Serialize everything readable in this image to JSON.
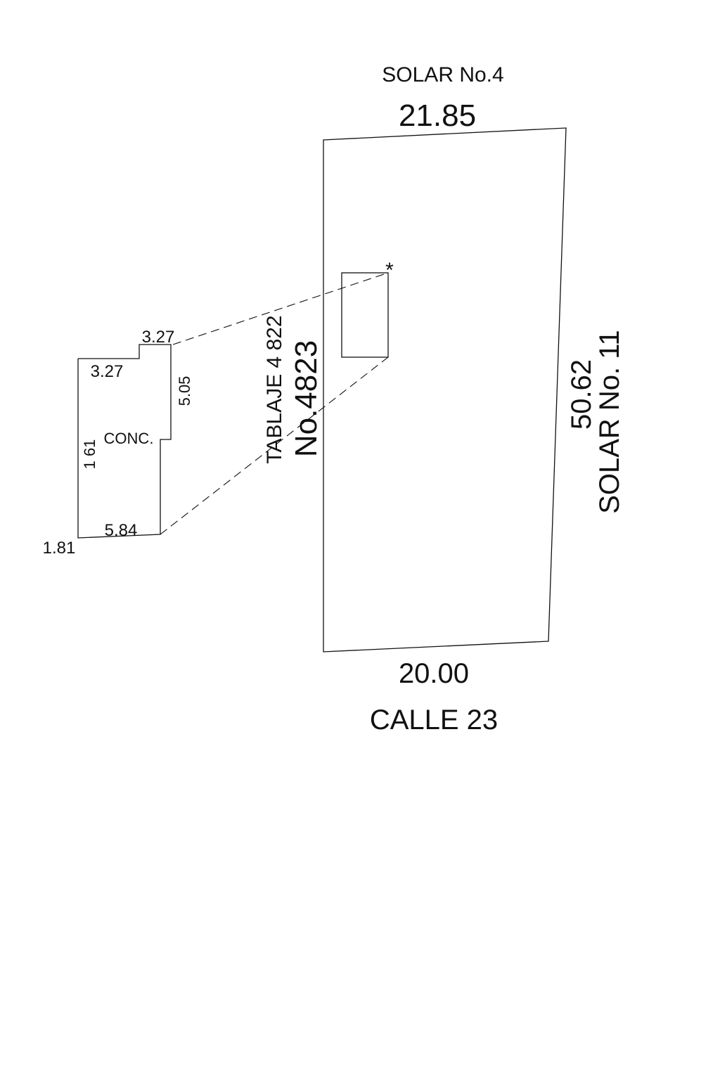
{
  "lot": {
    "north_neighbor": "SOLAR No.4",
    "north_length": "21.85",
    "south_length": "20.00",
    "street": "CALLE 23",
    "east_length": "50.62",
    "east_neighbor": "SOLAR No. 11",
    "tablaje": "TABLAJE  4 822",
    "lot_number": "No.4823",
    "marker": "*"
  },
  "detail": {
    "top_length": "3.27",
    "inner_length": "3.27",
    "right_length": "5.05",
    "left_length": "1 61",
    "material": "CONC.",
    "bottom_length": "5.84",
    "corner_length": "1.81"
  }
}
